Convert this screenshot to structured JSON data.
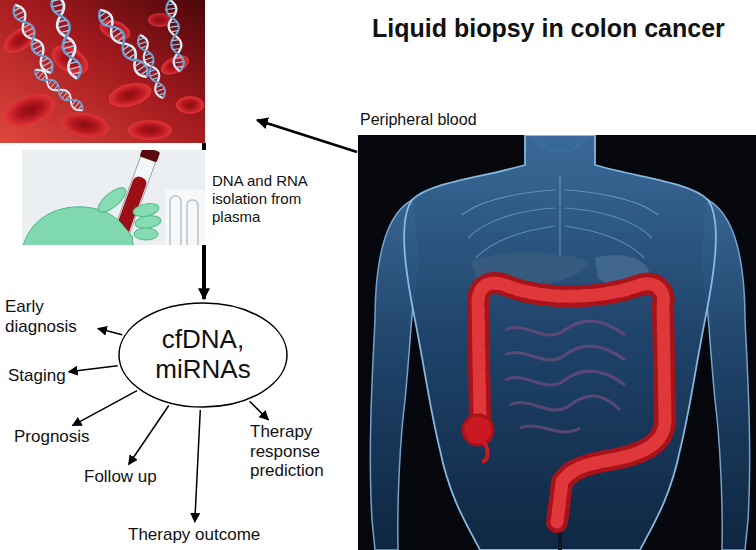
{
  "diagram": {
    "title": "Liquid biopsy in colon cancer",
    "nodes": [
      {
        "text": [
          "cfDNA, miRNAs"
        ]
      },
      {
        "text": [
          "Early diagnosis"
        ]
      },
      {
        "text": [
          "Staging"
        ]
      },
      {
        "text": [
          "Prognosis"
        ]
      },
      {
        "text": [
          "Follow up"
        ]
      },
      {
        "text": [
          "Therapy outcome"
        ]
      },
      {
        "text": [
          "Therapy response prediction"
        ]
      }
    ],
    "edges": [
      {
        "from": 0,
        "to": 1,
        "arrow": "to"
      },
      {
        "from": 0,
        "to": 2,
        "arrow": "to"
      },
      {
        "from": 0,
        "to": 3,
        "arrow": "to"
      },
      {
        "from": 0,
        "to": 4,
        "arrow": "to"
      },
      {
        "from": 0,
        "to": 5,
        "arrow": "to"
      },
      {
        "from": 0,
        "to": 6,
        "arrow": "to"
      }
    ],
    "labels": [
      "Peripheral blood",
      "DNA and RNA isolation from plasma"
    ]
  }
}
